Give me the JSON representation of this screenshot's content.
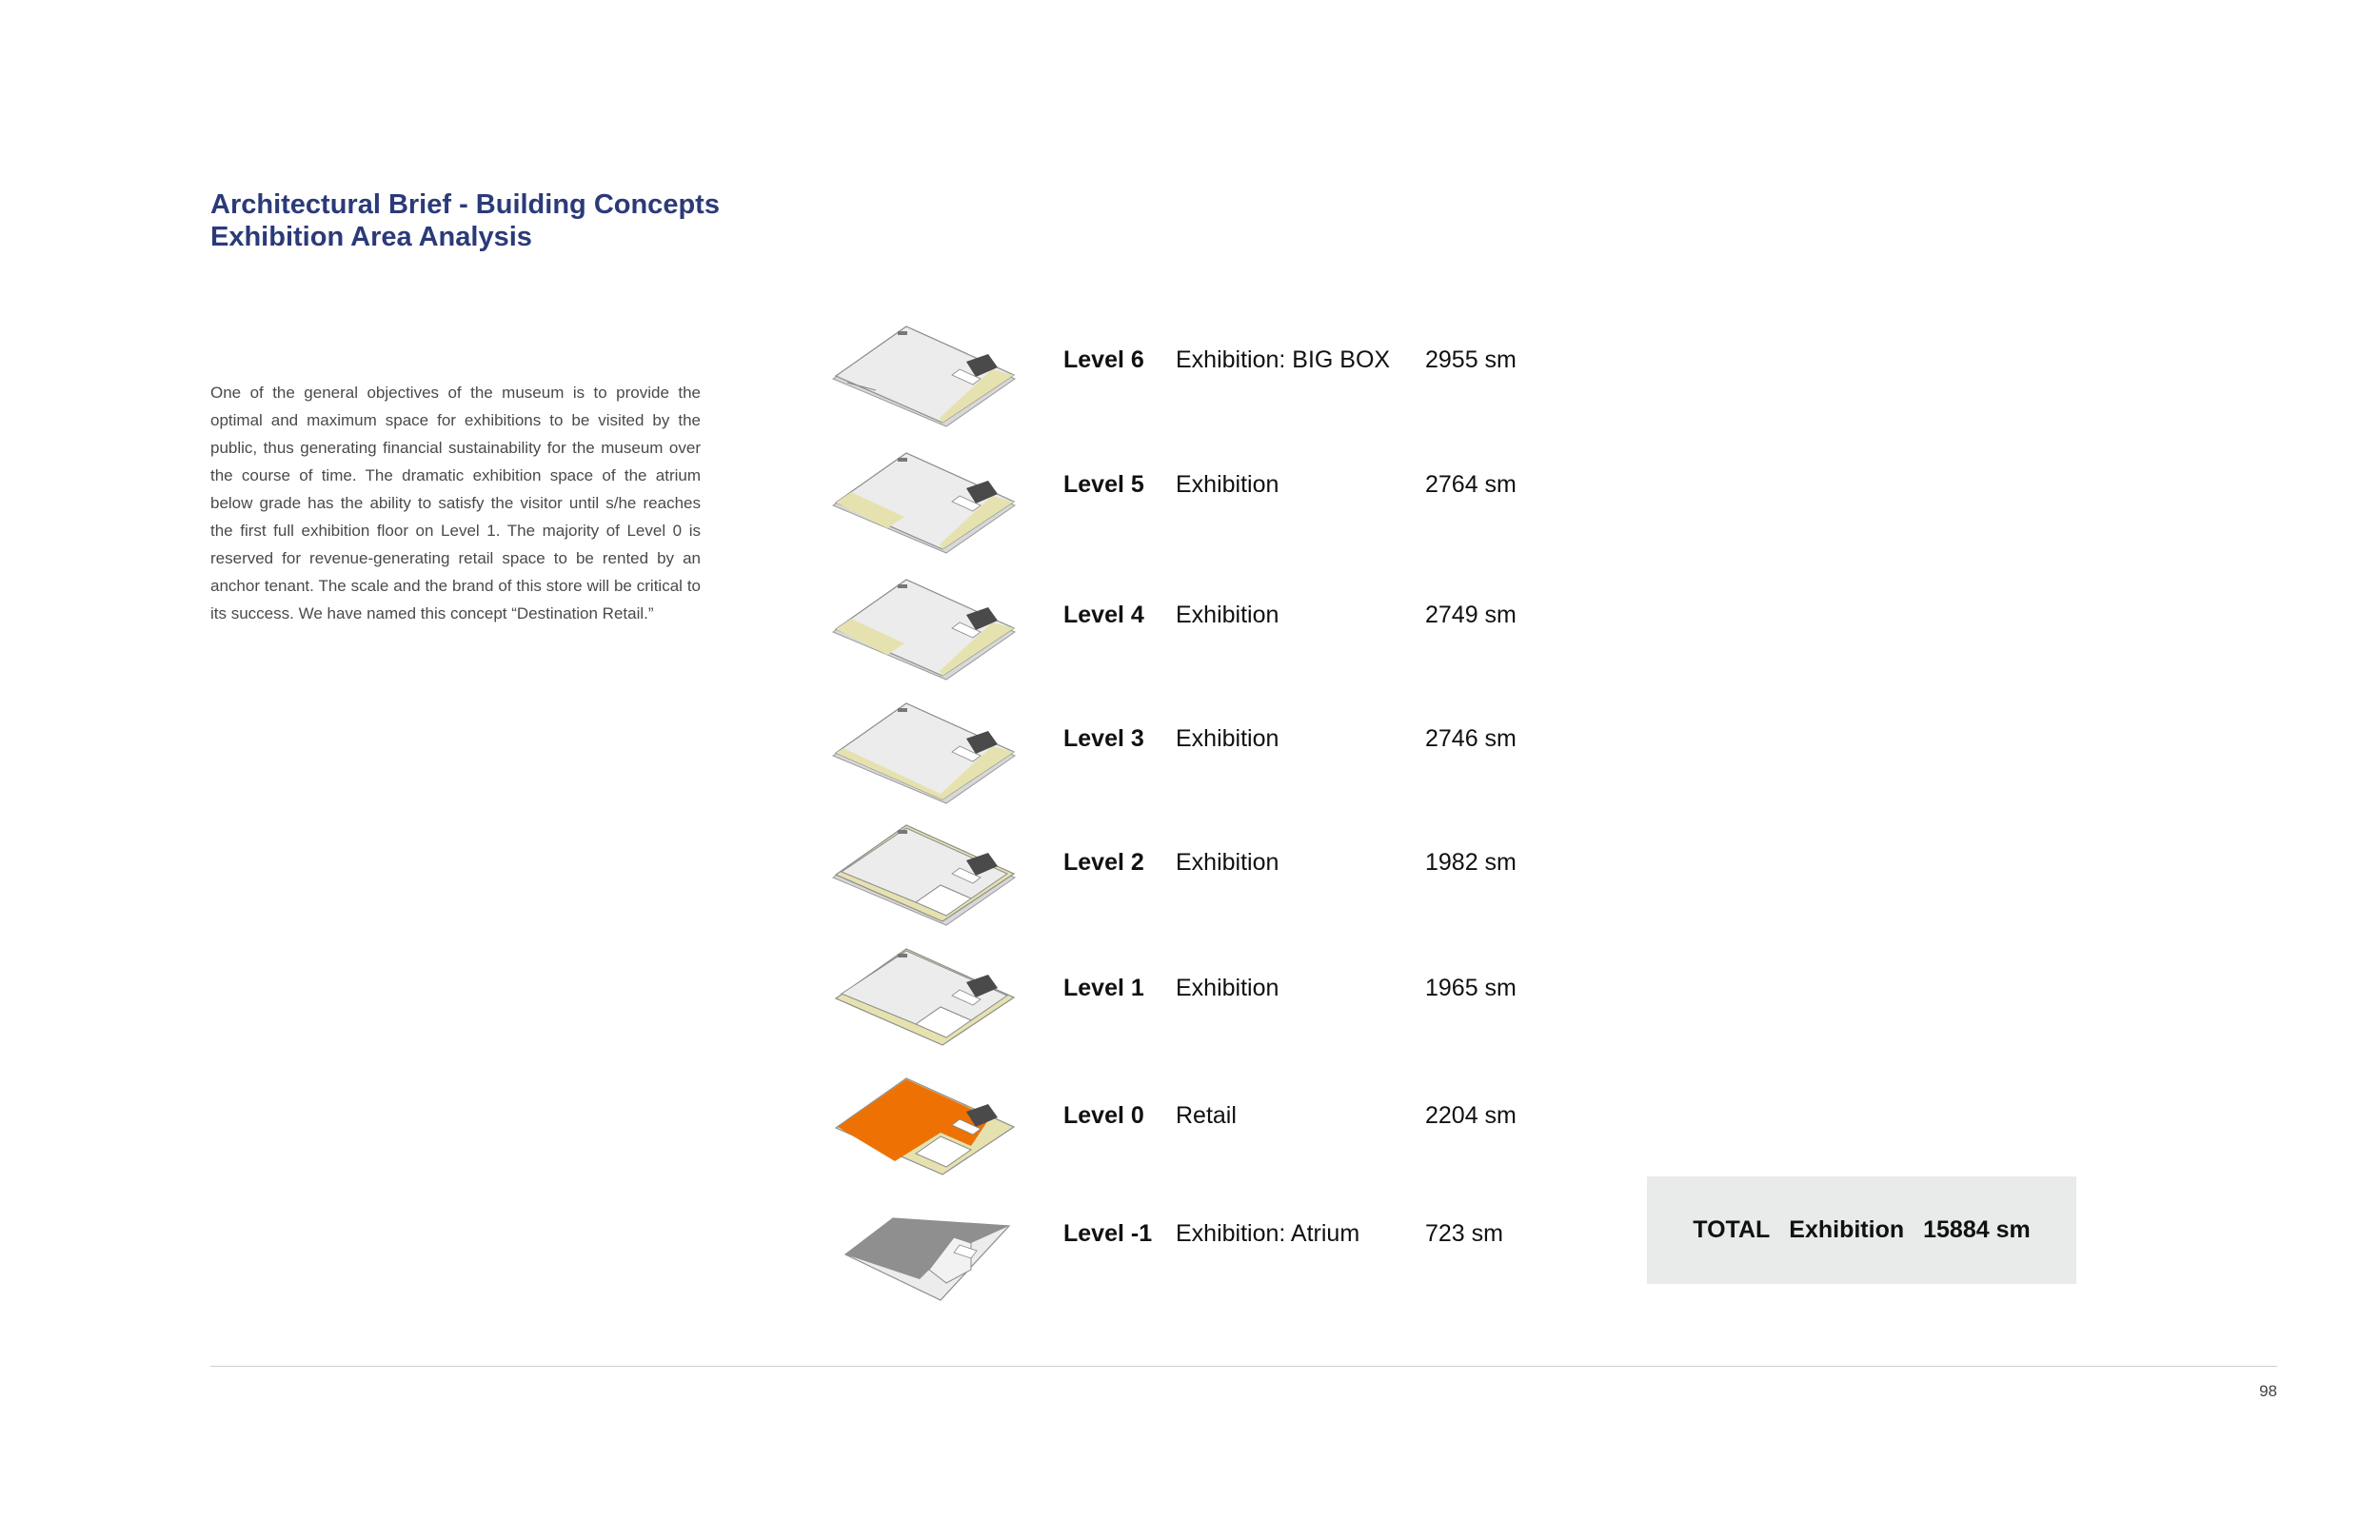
{
  "header": {
    "title_line1": "Architectural Brief - Building Concepts",
    "title_line2": "Exhibition Area Analysis"
  },
  "intro": {
    "text": "One of the general objectives of the museum is to provide the optimal and maximum space for exhibitions to be visited by the public, thus generating financial sustainability for the museum over the course of time. The dramatic exhibition space of the atrium below grade has the ability to satisfy the visitor until s/he reaches the first full exhibition floor on Level 1. The majority of Level 0 is reserved for revenue-generating retail space to be rented by an anchor tenant. The scale and the brand of this store will be critical to its success. We have named this concept “Destination Retail.”"
  },
  "levels": [
    {
      "level": "Level 6",
      "use": "Exhibition: BIG BOX",
      "area": "2955 sm"
    },
    {
      "level": "Level 5",
      "use": "Exhibition",
      "area": "2764 sm"
    },
    {
      "level": "Level 4",
      "use": "Exhibition",
      "area": "2749 sm"
    },
    {
      "level": "Level 3",
      "use": "Exhibition",
      "area": "2746 sm"
    },
    {
      "level": "Level 2",
      "use": "Exhibition",
      "area": "1982 sm"
    },
    {
      "level": "Level 1",
      "use": "Exhibition",
      "area": "1965 sm"
    },
    {
      "level": "Level 0",
      "use": "Retail",
      "area": "2204 sm"
    },
    {
      "level": "Level -1",
      "use": "Exhibition: Atrium",
      "area": "723 sm"
    }
  ],
  "total": {
    "label": "TOTAL",
    "category": "Exhibition",
    "value": "15884 sm"
  },
  "footer": {
    "page_number": "98"
  },
  "colors": {
    "title": "#2b3a78",
    "plan_floor": "#ececec",
    "plan_edge": "#e6e2b0",
    "retail": "#ee7203",
    "atrium": "#8f8f8f"
  }
}
